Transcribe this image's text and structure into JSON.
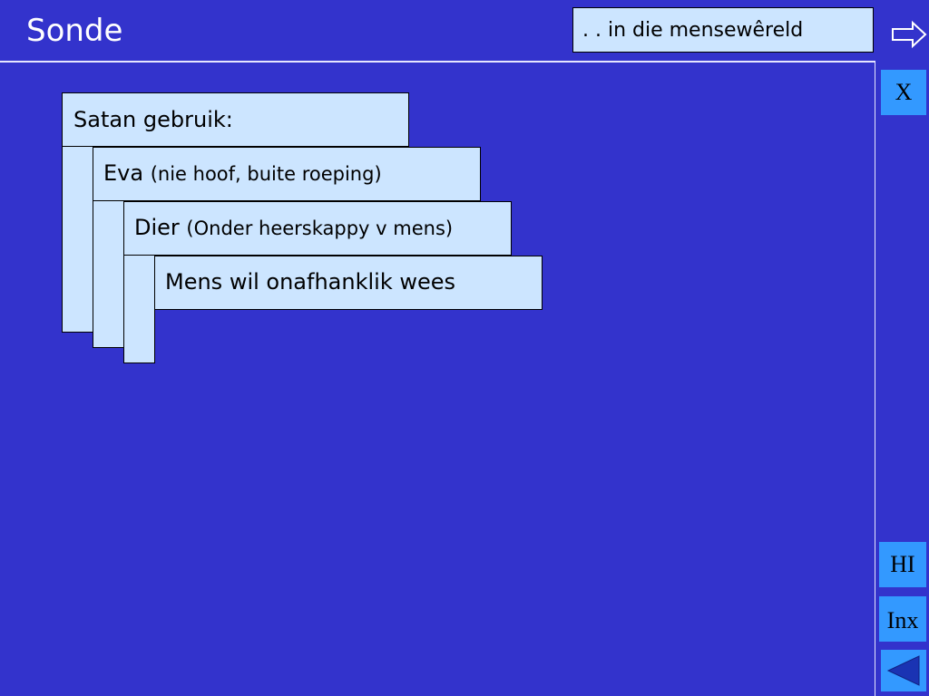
{
  "slide": {
    "title": "Sonde",
    "subtitle": ". . in die mensewêreld"
  },
  "nav": {
    "next_icon": "right-arrow-icon",
    "close_label": "X",
    "hi_label": "HI",
    "index_label": "Inx",
    "back_icon": "left-triangle-icon"
  },
  "steps": [
    {
      "main": "Satan gebruik:",
      "note": ""
    },
    {
      "main": "Eva",
      "note": "(nie hoof, buite roeping)"
    },
    {
      "main": "Dier",
      "note": "(Onder heerskappy v mens)"
    },
    {
      "main": "Mens wil onafhanklik wees",
      "note": ""
    }
  ],
  "colors": {
    "background": "#3333cc",
    "box_fill": "#cce5ff",
    "button_fill": "#3399ff",
    "rule": "#e6e6ff"
  }
}
